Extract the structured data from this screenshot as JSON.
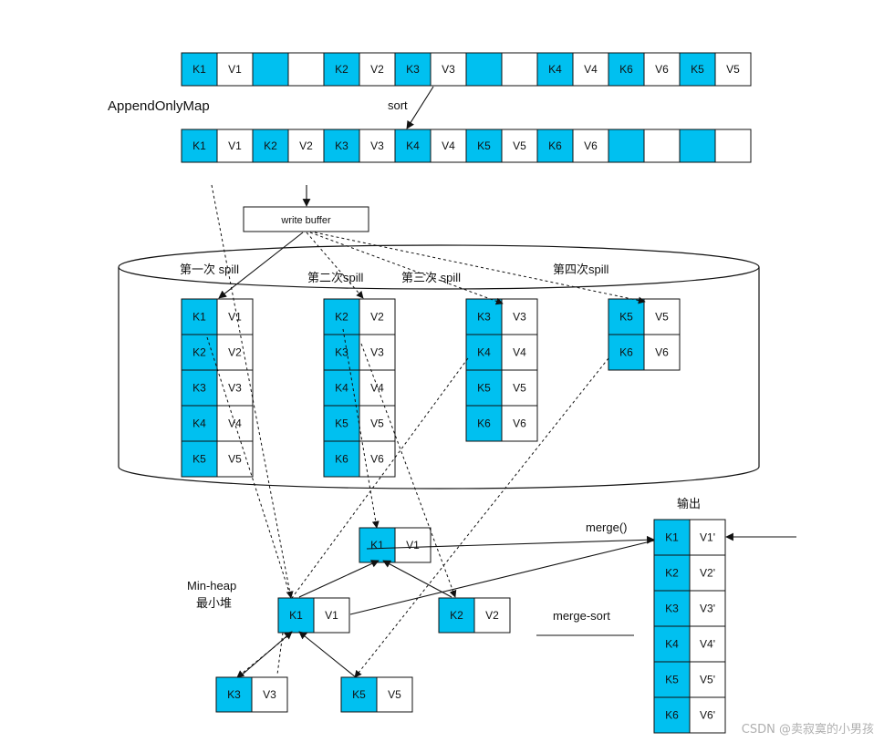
{
  "colors": {
    "key": "#00c0f0",
    "value": "#ffffff",
    "border": "#111111"
  },
  "top_array": [
    "K1",
    "V1",
    "",
    "",
    "K2",
    "V2",
    "K3",
    "V3",
    "",
    "",
    "K4",
    "V4",
    "K6",
    "V6",
    "K5",
    "V5"
  ],
  "sorted_array": [
    "K1",
    "V1",
    "K2",
    "V2",
    "K3",
    "V3",
    "K4",
    "V4",
    "K5",
    "V5",
    "K6",
    "V6",
    "",
    "",
    "",
    ""
  ],
  "labels": {
    "map_name": "AppendOnlyMap",
    "sort": "sort",
    "write_buffer": "write buffer",
    "spill1": "第一次 spill",
    "spill2": "第二次spill",
    "spill3": "第三次 spill",
    "spill4": "第四次spill",
    "output": "输出",
    "merge": "merge()",
    "merge_sort": "merge-sort",
    "minheap_en": "Min-heap",
    "minheap_cn": "最小堆",
    "watermark": "CSDN @卖寂寞的小男孩"
  },
  "spill_files": [
    [
      [
        "K1",
        "V1"
      ],
      [
        "K2",
        "V2"
      ],
      [
        "K3",
        "V3"
      ],
      [
        "K4",
        "V4"
      ],
      [
        "K5",
        "V5"
      ]
    ],
    [
      [
        "K2",
        "V2"
      ],
      [
        "K3",
        "V3"
      ],
      [
        "K4",
        "V4"
      ],
      [
        "K5",
        "V5"
      ],
      [
        "K6",
        "V6"
      ]
    ],
    [
      [
        "K3",
        "V3"
      ],
      [
        "K4",
        "V4"
      ],
      [
        "K5",
        "V5"
      ],
      [
        "K6",
        "V6"
      ]
    ],
    [
      [
        "K5",
        "V5"
      ],
      [
        "K6",
        "V6"
      ]
    ]
  ],
  "heap_nodes": [
    [
      "K1",
      "V1"
    ],
    [
      "K1",
      "V1"
    ],
    [
      "K2",
      "V2"
    ],
    [
      "K3",
      "V3"
    ],
    [
      "K5",
      "V5"
    ]
  ],
  "output_rows": [
    [
      "K1",
      "V1'"
    ],
    [
      "K2",
      "V2'"
    ],
    [
      "K3",
      "V3'"
    ],
    [
      "K4",
      "V4'"
    ],
    [
      "K5",
      "V5'"
    ],
    [
      "K6",
      "V6'"
    ]
  ]
}
